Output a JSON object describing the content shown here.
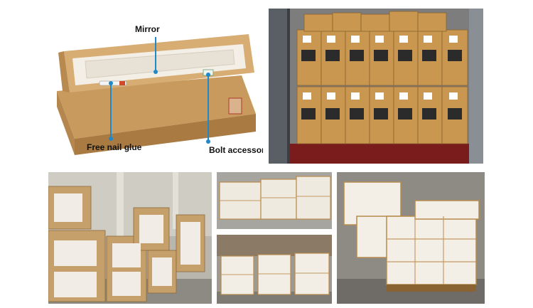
{
  "labels": {
    "mirror": "Mirror",
    "free_nail_glue": "Free nail glue",
    "bolt_accessories": "Bolt accessories"
  },
  "colors": {
    "callout_line": "#1e88c9",
    "cardboard": "#c89a5e",
    "cardboard_dark": "#a97a42",
    "foam": "#f3efe6",
    "truck_red": "#7a1c1c",
    "warehouse_floor": "#8d8a84"
  }
}
